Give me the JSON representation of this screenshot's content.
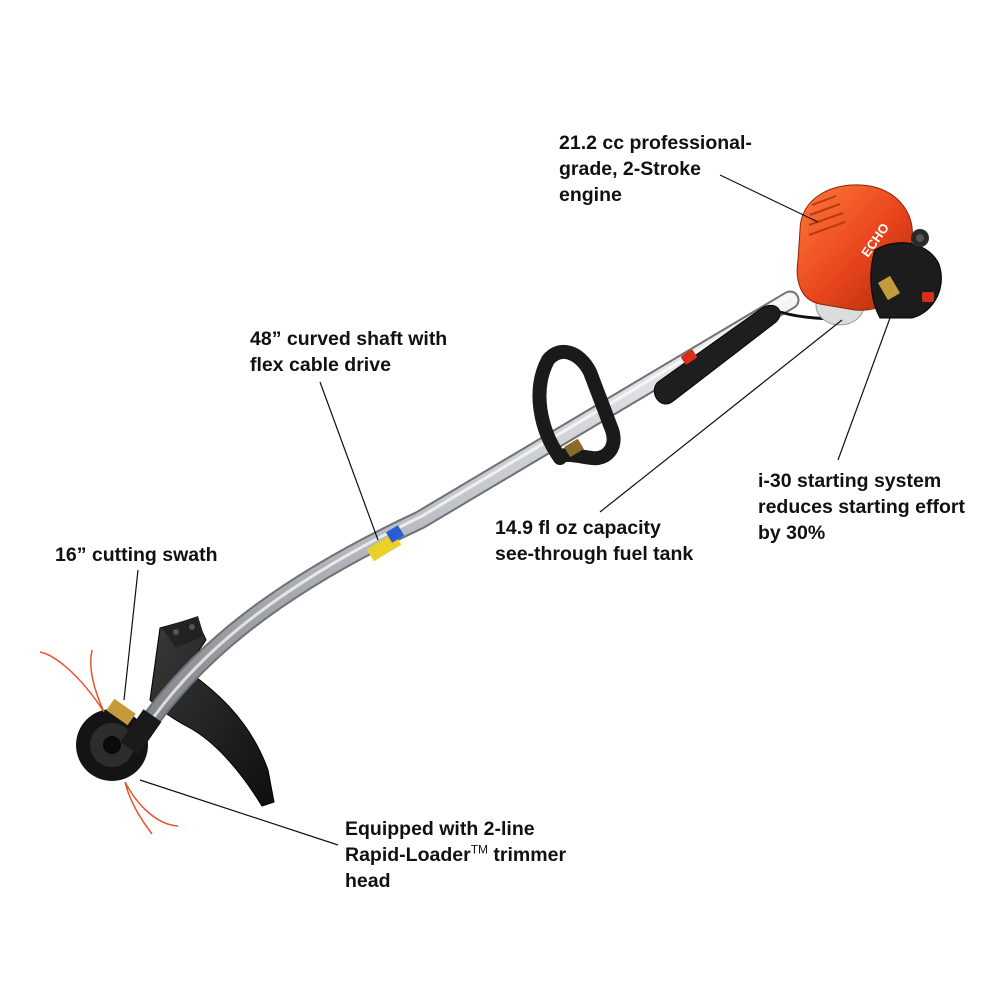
{
  "callouts": {
    "engine": [
      "21.2 cc professional-",
      "grade, 2-Stroke",
      "engine"
    ],
    "shaft": [
      "48” curved shaft with",
      "flex cable drive"
    ],
    "starting": [
      "i-30 starting system",
      "reduces starting effort",
      "by 30%"
    ],
    "tank": [
      "14.9 fl oz capacity",
      "see-through fuel tank"
    ],
    "swath": [
      "16” cutting swath"
    ],
    "head": {
      "line1": "Equipped with 2-line",
      "line2_text": "Rapid-Loader",
      "line2_tm": "TM",
      "line2_tail": " trimmer",
      "line3": "head"
    }
  },
  "product": {
    "brand_decal": "ECHO"
  },
  "colors": {
    "engine_orange": "#e8441c",
    "housing_black": "#1c1c1c",
    "shaft_silver": "#c9cdd1",
    "trim_line": "#e8542a",
    "leader_line": "#111111"
  }
}
